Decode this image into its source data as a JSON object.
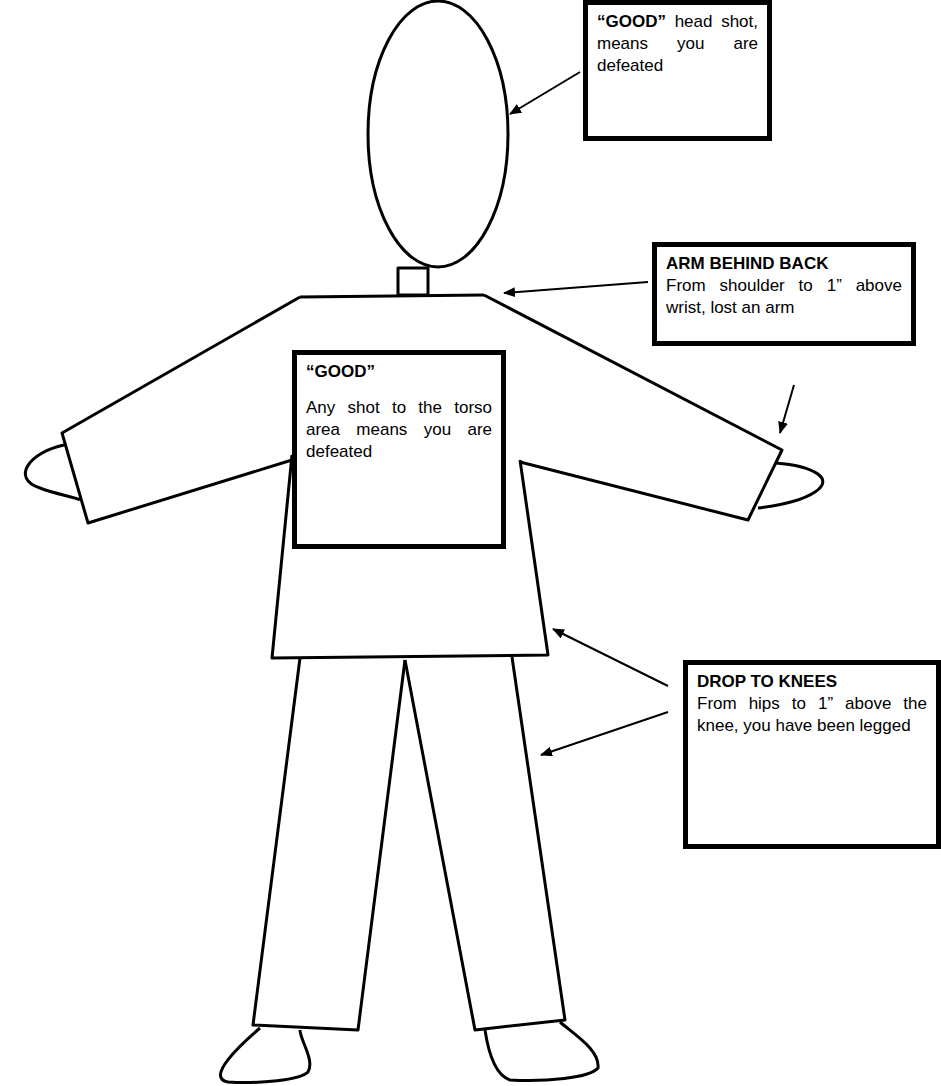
{
  "diagram": {
    "nodes": [
      {
        "text": [
          "“GOOD”",
          "head shot, means you are defeated"
        ]
      },
      {
        "text": [
          "ARM BEHIND BACK",
          "From shoulder to 1” above wrist, lost an arm"
        ]
      },
      {
        "text": [
          "“GOOD”",
          "Any shot to the torso area means you are defeated"
        ]
      },
      {
        "text": [
          "DROP TO KNEES",
          "From hips to 1” above the knee, you have been legged"
        ]
      }
    ]
  }
}
